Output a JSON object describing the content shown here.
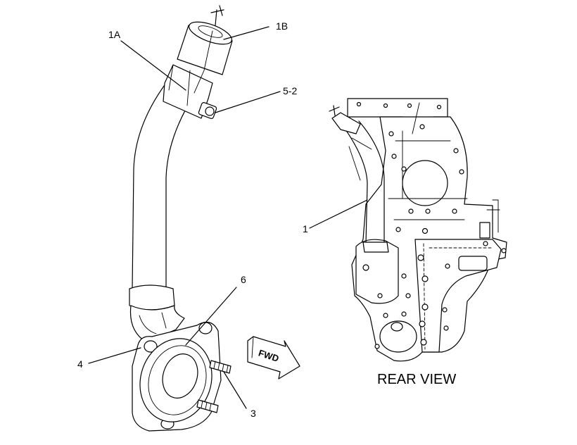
{
  "diagram": {
    "callouts": {
      "c1A": "1A",
      "c1B": "1B",
      "c5_2": "5-2",
      "c6": "6",
      "c4": "4",
      "c3": "3",
      "c1": "1"
    },
    "fwd_label": "FWD",
    "view_label": "REAR VIEW"
  }
}
